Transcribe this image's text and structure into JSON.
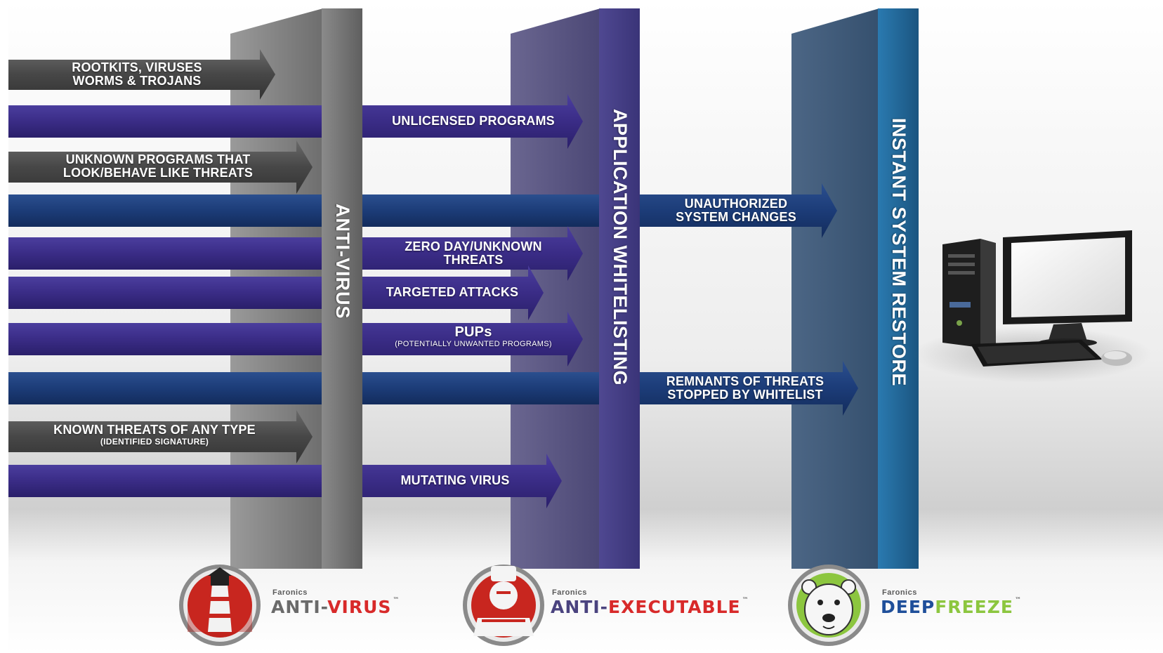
{
  "walls": {
    "anti_virus": "ANTI-VIRUS",
    "whitelisting": "APPLICATION WHITELISTING",
    "system_restore": "INSTANT SYSTEM RESTORE"
  },
  "threats": {
    "rootkits": {
      "line1": "ROOTKITS, VIRUSES",
      "line2": "WORMS & TROJANS"
    },
    "unknown_programs": {
      "line1": "UNKNOWN PROGRAMS THAT",
      "line2": "LOOK/BEHAVE LIKE THREATS"
    },
    "known_threats": {
      "line1": "KNOWN THREATS OF ANY TYPE",
      "line2": "(IDENTIFIED SIGNATURE)"
    },
    "unlicensed": "UNLICENSED PROGRAMS",
    "zero_day": {
      "line1": "ZERO DAY/UNKNOWN",
      "line2": "THREATS"
    },
    "targeted": "TARGETED ATTACKS",
    "pups": {
      "line1": "PUPs",
      "line2": "(POTENTIALLY UNWANTED PROGRAMS)"
    },
    "mutating": "MUTATING VIRUS",
    "unauthorized": {
      "line1": "UNAUTHORIZED",
      "line2": "SYSTEM CHANGES"
    },
    "remnants": {
      "line1": "REMNANTS OF THREATS",
      "line2": "STOPPED BY WHITELIST"
    }
  },
  "products": {
    "anti_virus": {
      "company": "Faronics",
      "name_part1": "ANTI-",
      "name_part2": "VIRUS",
      "tm": "™"
    },
    "anti_executable": {
      "company": "Faronics",
      "name_part1": "ANTI-",
      "name_part2": "EXECUTABLE",
      "tm": "™"
    },
    "deep_freeze": {
      "company": "Faronics",
      "name_part1": "DEEP",
      "name_part2": "FREEZE",
      "tm": "™"
    }
  },
  "icons": {
    "anti_virus_logo": "lighthouse-icon",
    "anti_executable_logo": "guard-icon",
    "deep_freeze_logo": "polar-bear-icon",
    "computer": "desktop-computer-icon"
  },
  "colors": {
    "gray_arrow": "#4a4a4a",
    "purple_arrow": "#3b2d86",
    "navy_arrow": "#1b3f78",
    "wall_gray": "#7d7d7d",
    "wall_purple": "#4a437f",
    "wall_blue": "#1f5f8f",
    "anti_virus_red": "#d82a2a",
    "deep_freeze_green": "#8cc63f",
    "deep_freeze_blue": "#1f4f9a"
  }
}
